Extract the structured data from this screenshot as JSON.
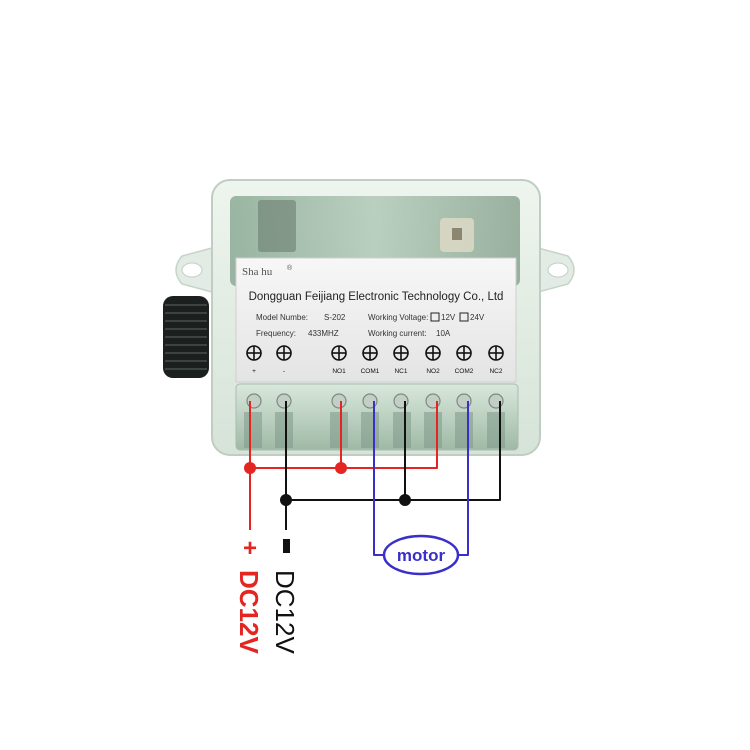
{
  "device": {
    "brand": "Sha hu",
    "manufacturer": "Dongguan Feijiang Electronic Technology Co., Ltd",
    "model_label": "Model Numbe:",
    "model_value": "S-202",
    "frequency_label": "Frequency:",
    "frequency_value": "433MHZ",
    "voltage_label": "Working Voltage:",
    "voltage_option_1": "12V",
    "voltage_option_2": "24V",
    "current_label": "Working current:",
    "current_value": "10A",
    "terminals": [
      "+",
      "-",
      "NO1",
      "COM1",
      "NC1",
      "NO2",
      "COM2",
      "NC2"
    ]
  },
  "wiring": {
    "motor_label": "motor",
    "positive_symbol": "+",
    "negative_symbol": "-",
    "positive_supply": "DC12V",
    "negative_supply": "DC12V",
    "colors": {
      "positive": "#e52521",
      "negative": "#111111",
      "motor": "#3a2fc8"
    }
  }
}
